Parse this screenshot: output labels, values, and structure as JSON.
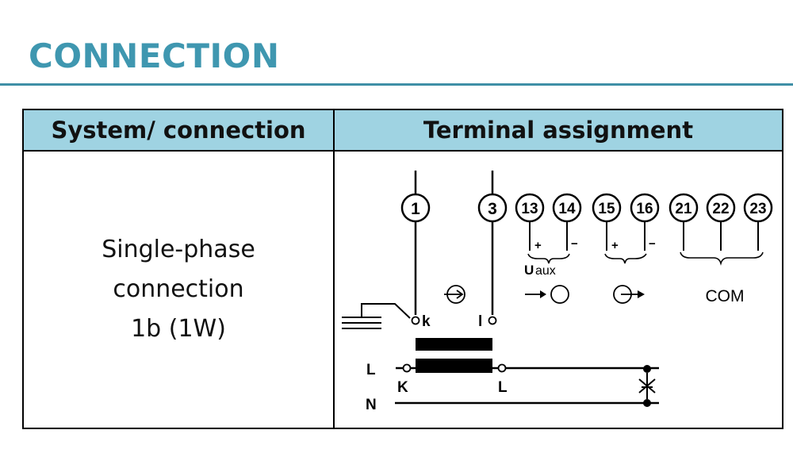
{
  "page": {
    "title": "CONNECTION"
  },
  "table": {
    "headers": [
      "System/ connection",
      "Terminal assignment"
    ],
    "row": {
      "system_lines": [
        "Single-phase",
        "connection",
        "1b (1W)"
      ]
    }
  },
  "diagram": {
    "terminals": [
      "1",
      "3",
      "13",
      "14",
      "15",
      "16",
      "21",
      "22",
      "23"
    ],
    "polarity": [
      "+",
      "−",
      "+",
      "−"
    ],
    "aux_label_u": "U",
    "aux_label_rest": "aux",
    "com_label": "COM",
    "ct_secondary": [
      "k",
      "l"
    ],
    "ct_primary": [
      "K",
      "L"
    ],
    "lines": [
      "L",
      "N"
    ],
    "icons": [
      "ground-icon",
      "current-input-icon",
      "aux-supply-icon",
      "relay-output-icon",
      "load-icon"
    ]
  }
}
